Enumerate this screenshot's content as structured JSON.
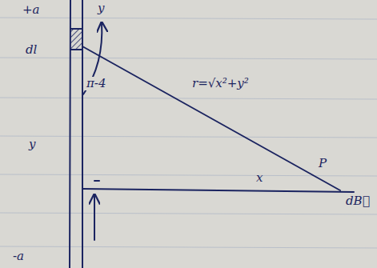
{
  "diagram": {
    "labels": [
      "+a",
      "dl",
      "y",
      "π-4",
      "y",
      "r=√x²+y²",
      "x",
      "P",
      "dB⃗",
      "-a"
    ]
  }
}
